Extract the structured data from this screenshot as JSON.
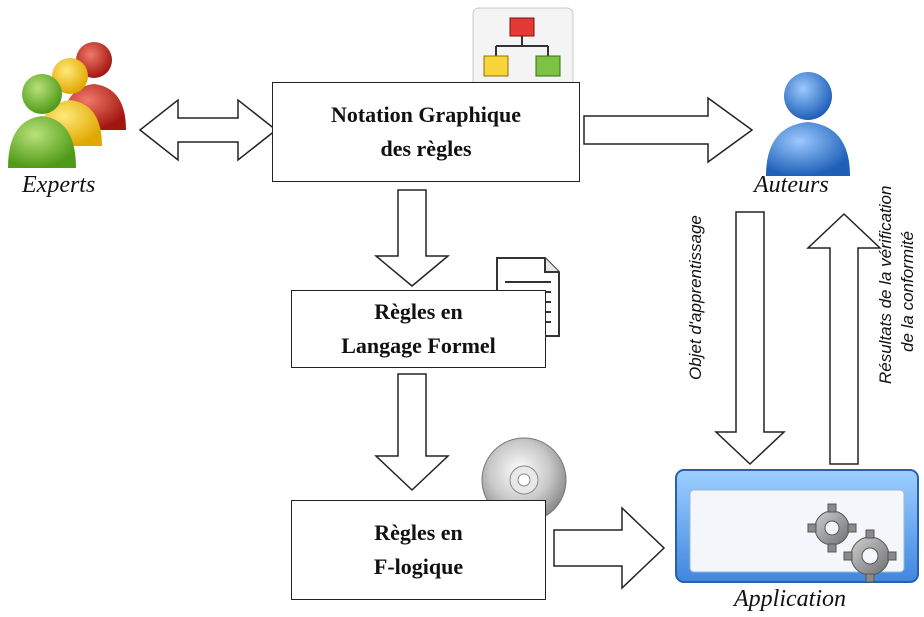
{
  "nodes": {
    "notation": {
      "line1": "Notation Graphique",
      "line2": "des règles"
    },
    "formel": {
      "line1": "Règles en",
      "line2": "Langage Formel"
    },
    "flogique": {
      "line1": "Règles en",
      "line2": "F-logique"
    }
  },
  "actors": {
    "experts": "Experts",
    "auteurs": "Auteurs",
    "application": "Application"
  },
  "edge_labels": {
    "objet": "Objet d'apprentissage",
    "resultats_line1": "Résultats de la vérification",
    "resultats_line2": "de la conformité"
  },
  "icons": {
    "experts": "experts-group-icon",
    "auteurs": "author-person-icon",
    "notation": "org-chart-icon",
    "formel": "document-icon",
    "flogique": "cd-disc-icon",
    "application": "application-window-gears-icon"
  },
  "colors": {
    "person_blue": "#2f7fd8",
    "expert_green": "#6bb52a",
    "expert_yellow": "#f2c200",
    "expert_red": "#c8281e",
    "chart_red": "#e53935",
    "chart_yellow": "#f6d43a",
    "chart_green": "#7cc243"
  }
}
